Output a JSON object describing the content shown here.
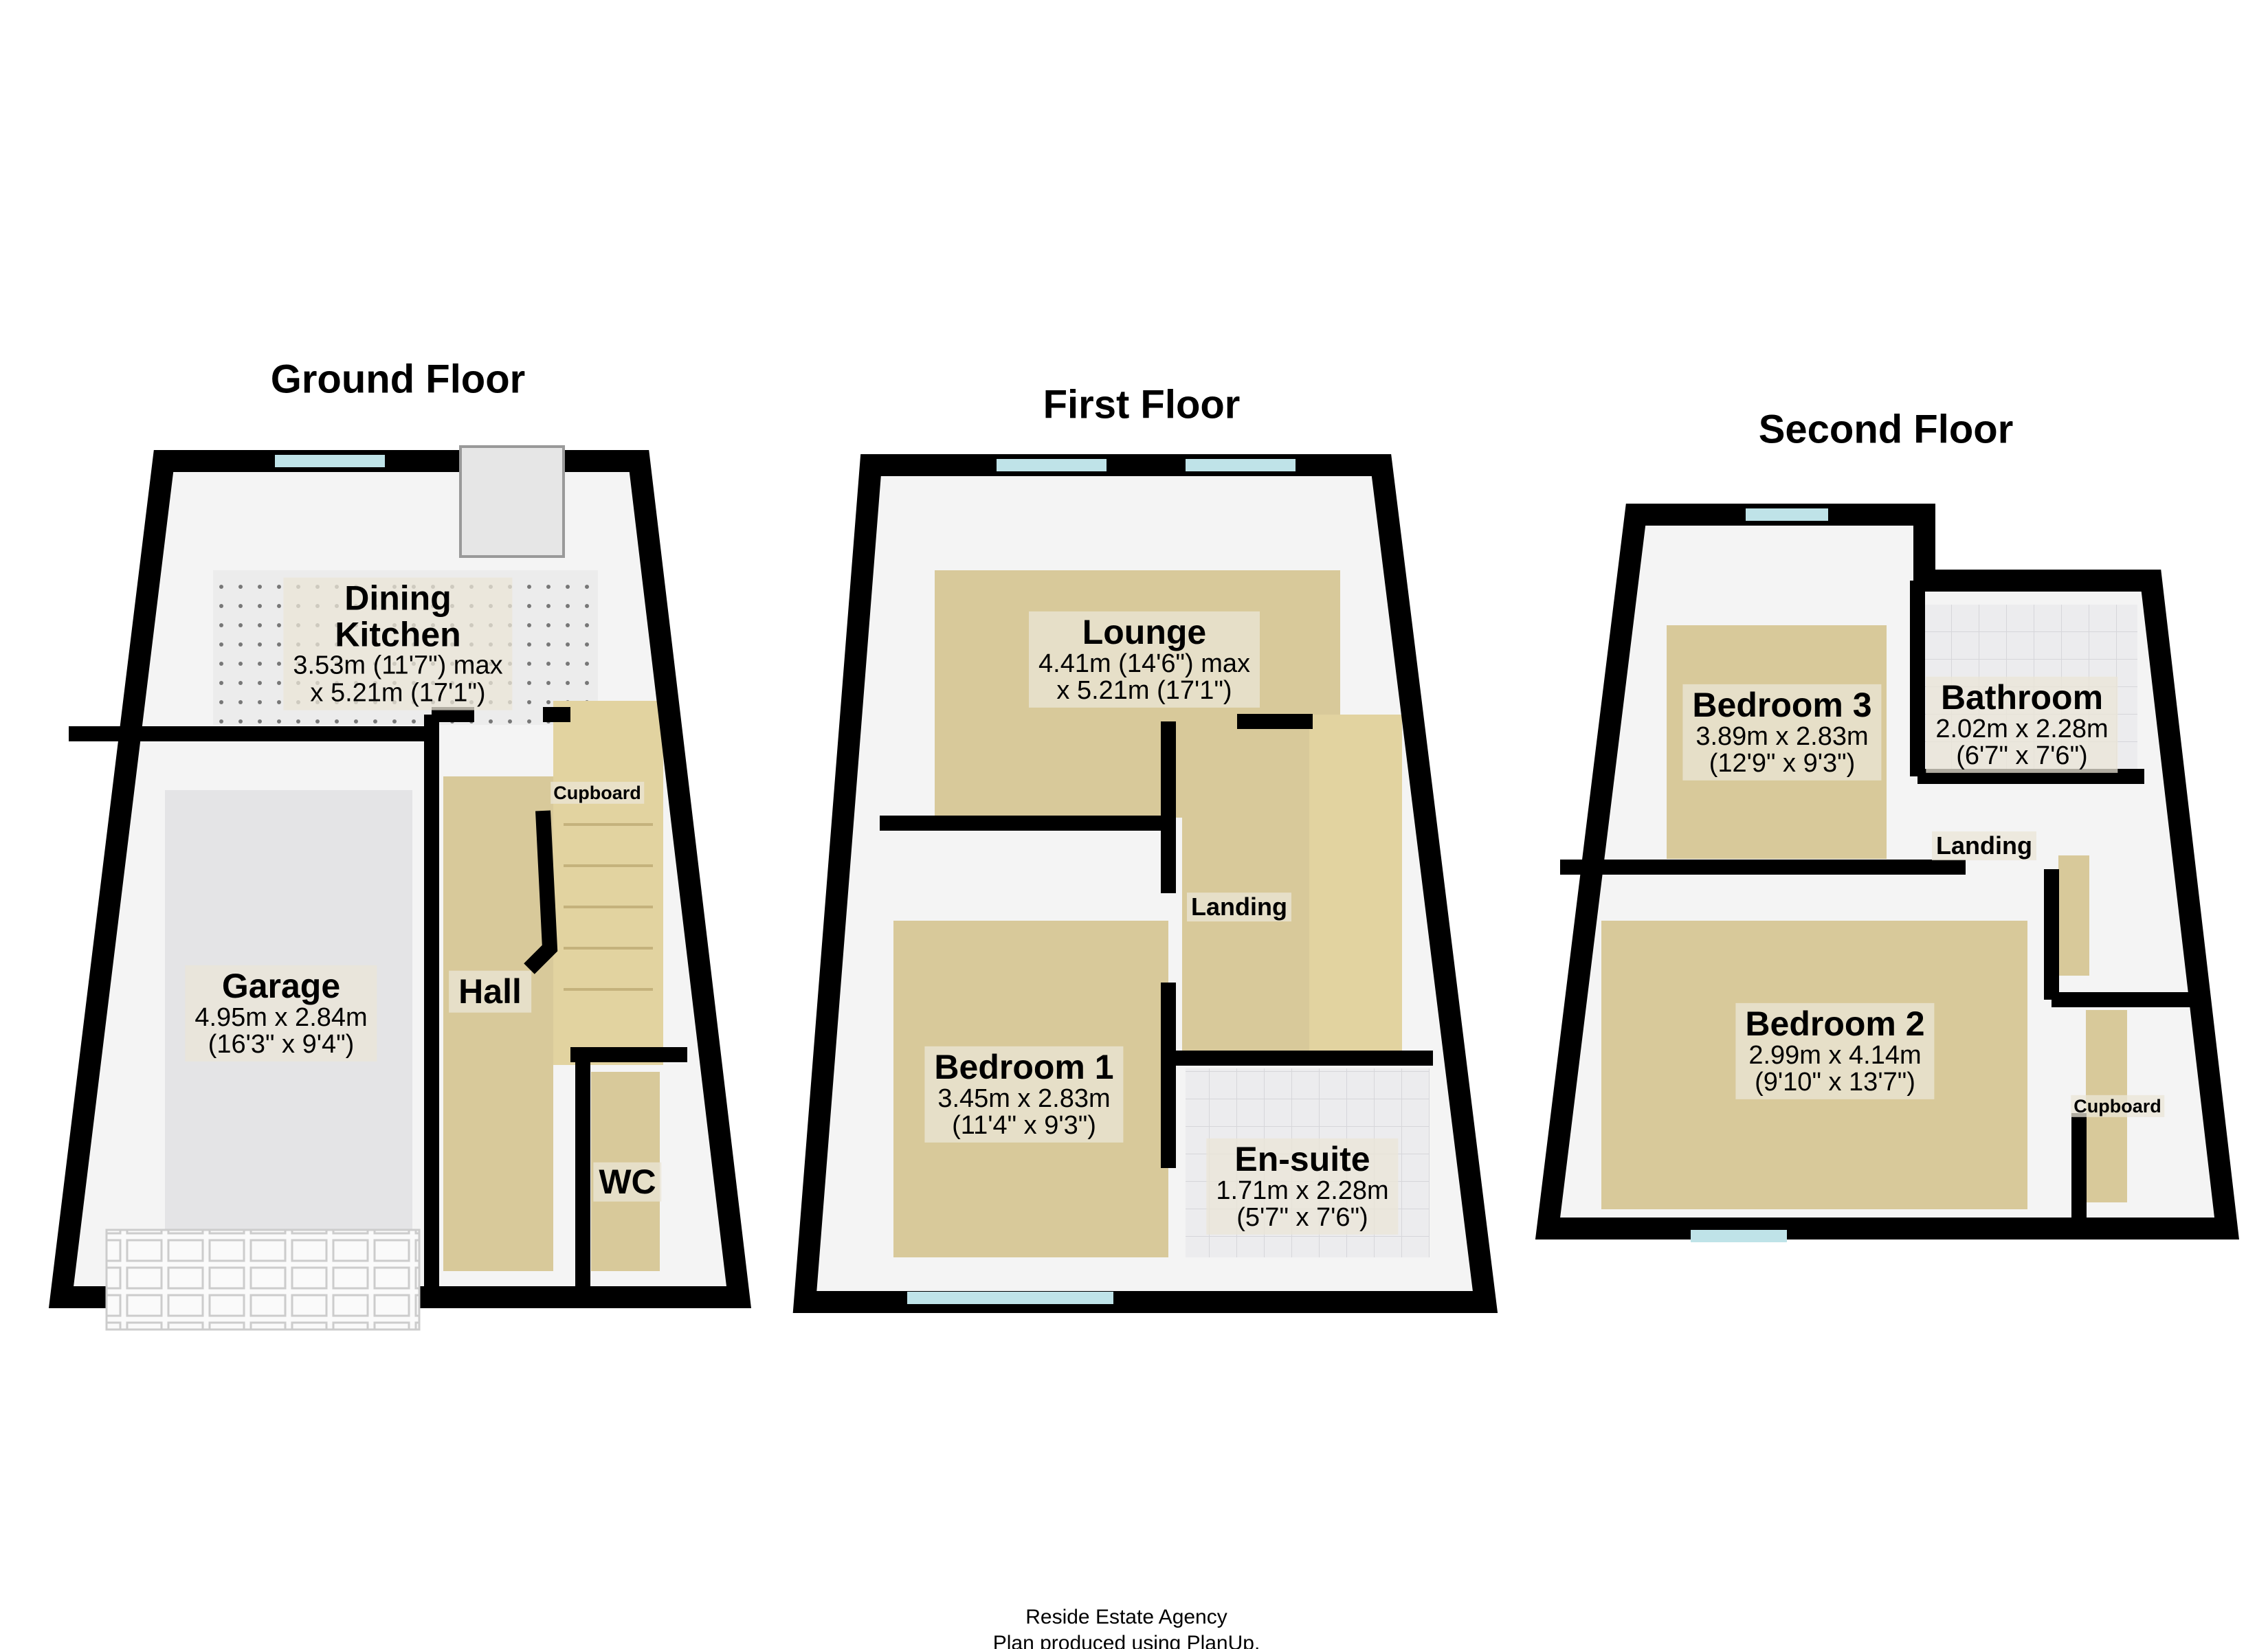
{
  "floors": {
    "ground": {
      "title": "Ground Floor",
      "kitchen": {
        "name_1": "Dining",
        "name_2": "Kitchen",
        "dim_1": "3.53m (11'7\") max",
        "dim_2": "x 5.21m (17'1\")"
      },
      "garage": {
        "name": "Garage",
        "dim_1": "4.95m x 2.84m",
        "dim_2": "(16'3\" x 9'4\")"
      },
      "hall": "Hall",
      "cupboard": "Cupboard",
      "wc": "WC"
    },
    "first": {
      "title": "First Floor",
      "lounge": {
        "name": "Lounge",
        "dim_1": "4.41m (14'6\") max",
        "dim_2": "x 5.21m (17'1\")"
      },
      "landing": "Landing",
      "bedroom1": {
        "name": "Bedroom 1",
        "dim_1": "3.45m x 2.83m",
        "dim_2": "(11'4\" x 9'3\")"
      },
      "ensuite": {
        "name": "En-suite",
        "dim_1": "1.71m x 2.28m",
        "dim_2": "(5'7\" x 7'6\")"
      }
    },
    "second": {
      "title": "Second Floor",
      "bedroom3": {
        "name": "Bedroom 3",
        "dim_1": "3.89m x 2.83m",
        "dim_2": "(12'9\" x 9'3\")"
      },
      "bathroom": {
        "name": "Bathroom",
        "dim_1": "2.02m x 2.28m",
        "dim_2": "(6'7\" x 7'6\")"
      },
      "landing": "Landing",
      "bedroom2": {
        "name": "Bedroom 2",
        "dim_1": "2.99m x 4.14m",
        "dim_2": "(9'10\" x 13'7\")"
      },
      "cupboard": "Cupboard"
    }
  },
  "footer": {
    "line_1": "Reside Estate Agency",
    "line_2": "Plan produced using PlanUp."
  },
  "colors": {
    "wall": "#000000",
    "carpet": "#d8c99a",
    "tile": "#e8e8ea",
    "window": "#bfe3e8"
  }
}
